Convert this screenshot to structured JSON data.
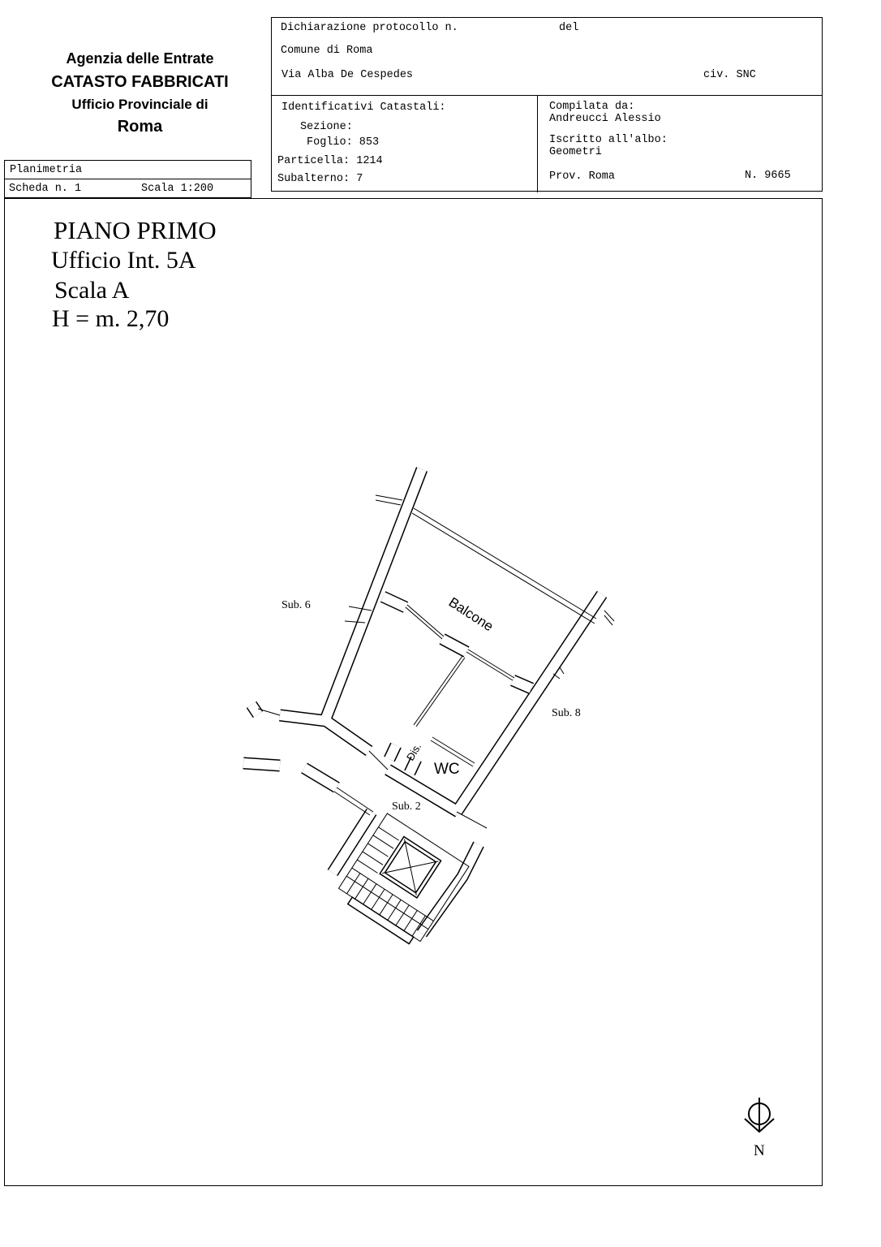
{
  "agency": {
    "line1": "Agenzia delle Entrate",
    "line2": "CATASTO FABBRICATI",
    "line3": "Ufficio Provinciale di",
    "line4": "Roma"
  },
  "sheet": {
    "type": "Planimetria",
    "scheda": "Scheda n. 1",
    "scala": "Scala 1:200"
  },
  "declaration": {
    "protocollo_label": "Dichiarazione protocollo n.",
    "del_label": "del",
    "comune": "Comune di Roma",
    "address": "Via Alba De Cespedes",
    "civico": "civ. SNC"
  },
  "identifiers": {
    "title": "Identificativi Catastali:",
    "sezione": "Sezione:",
    "foglio": "Foglio: 853",
    "particella": "Particella: 1214",
    "subalterno": "Subalterno: 7"
  },
  "compiler": {
    "label": "Compilata da:",
    "name": "Andreucci Alessio",
    "albo_label": "Iscritto all'albo:",
    "albo": "Geometri",
    "prov": "Prov. Roma",
    "number": "N. 9665"
  },
  "plan": {
    "floor": "PIANO PRIMO",
    "unit": "Ufficio Int. 5A",
    "stair": "Scala A",
    "height": "H = m. 2,70",
    "labels": {
      "balcone": "Balcone",
      "wc": "WC",
      "dis": "Dis.",
      "sub6": "Sub. 6",
      "sub8": "Sub. 8",
      "sub2": "Sub. 2"
    },
    "north": "N"
  }
}
